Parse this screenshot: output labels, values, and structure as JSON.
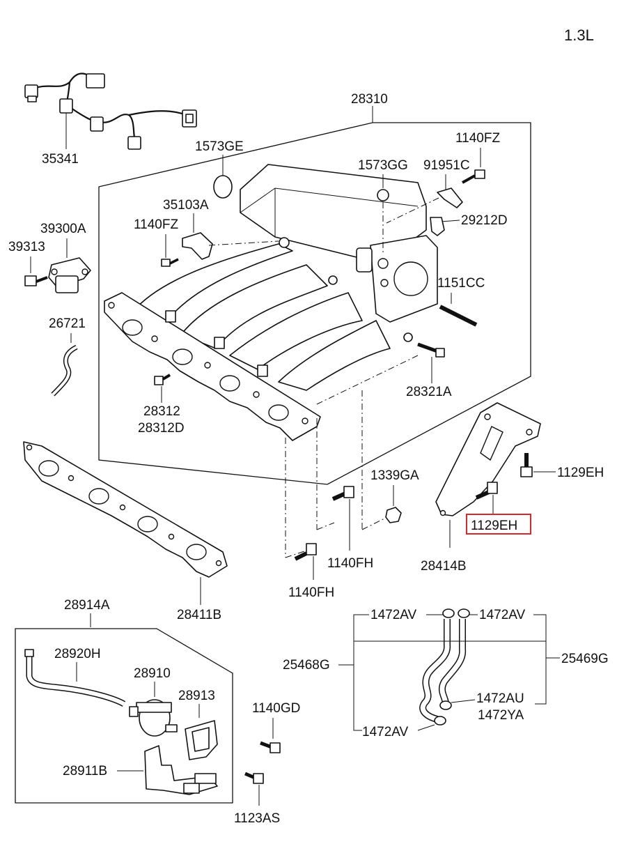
{
  "engine": "1.3L",
  "highlight_color": "#d9262c",
  "highlighted_part": "1129EH",
  "labels": {
    "p35341": "35341",
    "p28310": "28310",
    "p1573GE": "1573GE",
    "p1573GG": "1573GG",
    "p91951C": "91951C",
    "p1140FZ_top": "1140FZ",
    "p35103A": "35103A",
    "p1140FZ_left": "1140FZ",
    "p29212D": "29212D",
    "p39300A": "39300A",
    "p39313": "39313",
    "p1151CC": "1151CC",
    "p26721": "26721",
    "p28321A": "28321A",
    "p28312": "28312",
    "p28312D": "28312D",
    "p1339GA": "1339GA",
    "p1129EH_right": "1129EH",
    "p1129EH_boxed": "1129EH",
    "p1140FH_a": "1140FH",
    "p28414B": "28414B",
    "p1140FH_b": "1140FH",
    "p28411B": "28411B",
    "p28914A": "28914A",
    "p28920H": "28920H",
    "p28910": "28910",
    "p28913": "28913",
    "p28911B": "28911B",
    "p1140GD": "1140GD",
    "p1123AS": "1123AS",
    "p1472AV_a": "1472AV",
    "p1472AV_b": "1472AV",
    "p25468G": "25468G",
    "p25469G": "25469G",
    "p1472AU": "1472AU",
    "p1472YA": "1472YA",
    "p1472AV_c": "1472AV"
  }
}
